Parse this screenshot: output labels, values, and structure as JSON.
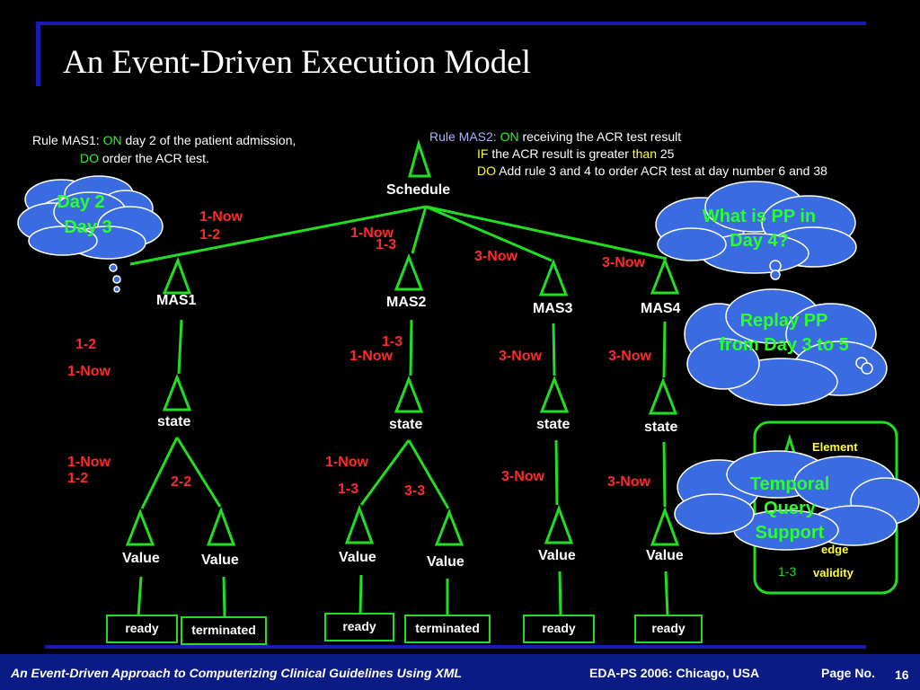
{
  "title": "An Event-Driven Execution Model",
  "rule_mas1": {
    "line1_prefix": "Rule MAS1: ",
    "line1_kw": "ON",
    "line1_text": " day 2 of the patient admission,",
    "line2_kw": "DO",
    "line2_text": " order the ACR test."
  },
  "rule_mas2": {
    "line1_prefix": "Rule MAS2: ",
    "line1_kw": "ON",
    "line1_text": " receiving the ACR test result",
    "line2_kw": "IF",
    "line2_text": " the ACR result is greater ",
    "line2_kw2": "than",
    "line2_text2": " 25",
    "line3_kw": "DO",
    "line3_text": " Add rule 3 and 4 to order ACR test at day number 6 and 38"
  },
  "tree": {
    "root": "Schedule",
    "mas1": "MAS1",
    "mas2": "MAS2",
    "mas3": "MAS3",
    "mas4": "MAS4",
    "state": "state",
    "value": "Value",
    "ready": "ready",
    "terminated": "terminated"
  },
  "labels": {
    "l1": "1-Now",
    "l2": "1-2",
    "l3": "1-Now",
    "l4": "1-3",
    "l5": "3-Now",
    "l6": "3-Now",
    "l7": "1-2",
    "l8": "1-Now",
    "l9": "1-3",
    "l10": "1-Now",
    "l11": "3-Now",
    "l12": "3-Now",
    "l13": "1-Now",
    "l14": "1-2",
    "l15": "2-2",
    "l16": "1-Now",
    "l17": "1-3",
    "l18": "3-3",
    "l19": "3-Now",
    "l20": "3-Now"
  },
  "clouds": {
    "day2": "Day 2",
    "day3": "Day 3",
    "pp4": "What is PP in Day 4?",
    "replay": "Replay PP from Day 3 to 5",
    "temporal": "Temporal Query Support"
  },
  "legend": {
    "element": "Element",
    "edge": "edge",
    "validity_num": "1-3",
    "validity": "validity"
  },
  "footer": {
    "left": "An Event-Driven Approach to Computerizing Clinical Guidelines Using XML",
    "middle": "EDA-PS 2006: Chicago, USA",
    "page_label": "Page No.",
    "page_num": "16"
  },
  "colors": {
    "background": "#000000",
    "accent_blue": "#1a1ab0",
    "green": "#22dd22",
    "red": "#ff2a2a",
    "cloud": "#3a6be0",
    "footer_bg": "#0b1b86"
  }
}
